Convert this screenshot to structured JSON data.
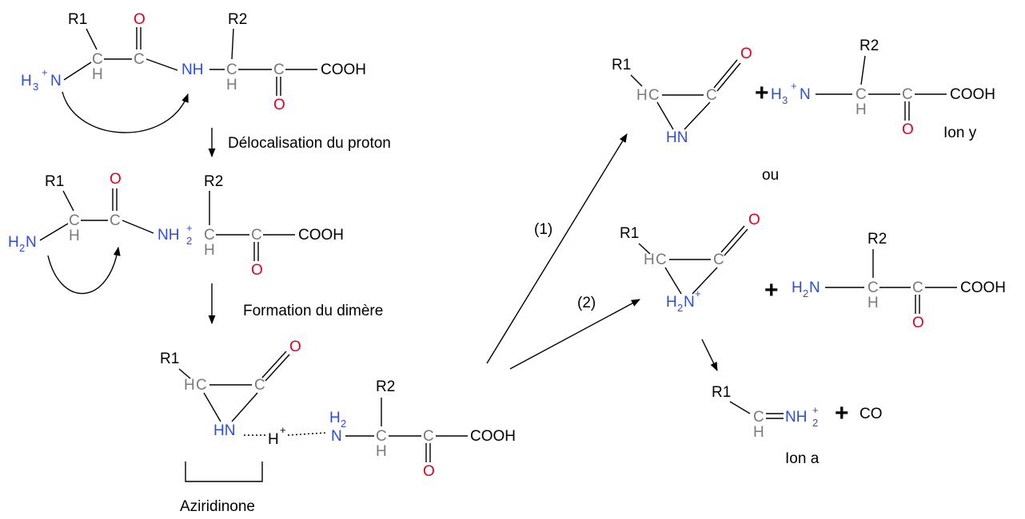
{
  "colors": {
    "carbon": "#7a7a7a",
    "oxygen": "#e3001b",
    "nitrogen": "#2b4ce0",
    "text": "#000000"
  },
  "atoms": {
    "r1": "R1",
    "r2": "R2",
    "c": "C",
    "h": "H",
    "o": "O",
    "n": "N",
    "hn": "HN",
    "cooh": "COOH",
    "nh": "NH",
    "h_cation": "H",
    "h2": "H",
    "h3": "H",
    "plus": "+",
    "sub2": "2",
    "sub3": "3",
    "co": "CO",
    "big_plus": "+"
  },
  "labels": {
    "step1": "Délocalisation du proton",
    "step2": "Formation du dimère",
    "aziridinone": "Aziridinone",
    "or": "ou",
    "ion_y": "Ion y",
    "ion_a": "Ion a",
    "path1": "(1)",
    "path2": "(2)"
  }
}
